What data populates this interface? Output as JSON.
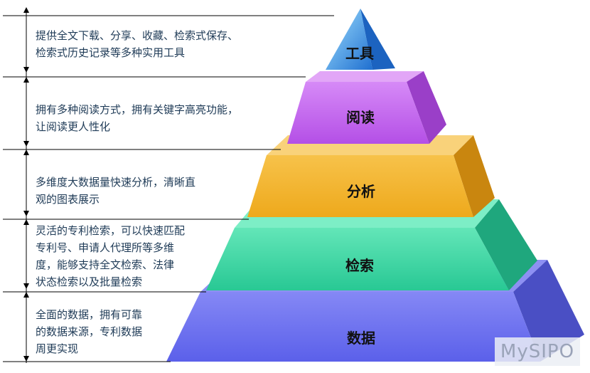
{
  "tiers": [
    {
      "label": "工具",
      "description": [
        "提供全文下载、分享、收藏、检索式保存、",
        "检索式历史记录等多种实用工具"
      ],
      "front": "#2f8fe0",
      "top": "#8cd3ff",
      "side": "#1c63c0"
    },
    {
      "label": "阅读",
      "description": [
        "拥有多种阅读方式，拥有关键字高亮功能，",
        "让阅读更人性化"
      ],
      "front": "#c56af0",
      "top": "#e2a6f7",
      "side": "#9a3fc8"
    },
    {
      "label": "分析",
      "description": [
        "多维度大数据量快速分析，清晰直",
        "观的图表展示"
      ],
      "front": "#f2b62e",
      "top": "#f9d27a",
      "side": "#c9860f"
    },
    {
      "label": "检索",
      "description": [
        "灵活的专利检索，可以快速匹配",
        "专利号、申请人代理所等多维",
        "度，能够支持全文检索、法律",
        "状态检索以及批量检索"
      ],
      "front": "#3fd7a6",
      "top": "#8ef0cd",
      "side": "#1fa77d"
    },
    {
      "label": "数据",
      "description": [
        "全面的数据，拥有可靠",
        "的数据来源，专利数据",
        "周更实现"
      ],
      "front": "#6a6ff0",
      "top": "#9ea2f7",
      "side": "#3f42b8"
    }
  ],
  "watermark": "MySIPO"
}
